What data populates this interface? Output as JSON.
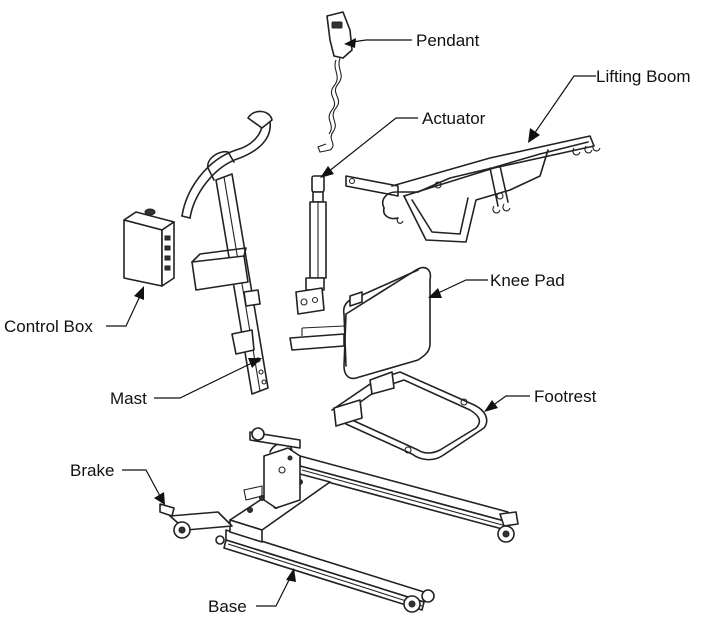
{
  "labels": {
    "pendant": "Pendant",
    "lifting_boom": "Lifting Boom",
    "actuator": "Actuator",
    "knee_pad": "Knee Pad",
    "control_box": "Control Box",
    "mast": "Mast",
    "footrest": "Footrest",
    "brake": "Brake",
    "base": "Base"
  },
  "colors": {
    "line": "#222222",
    "background": "#ffffff"
  }
}
